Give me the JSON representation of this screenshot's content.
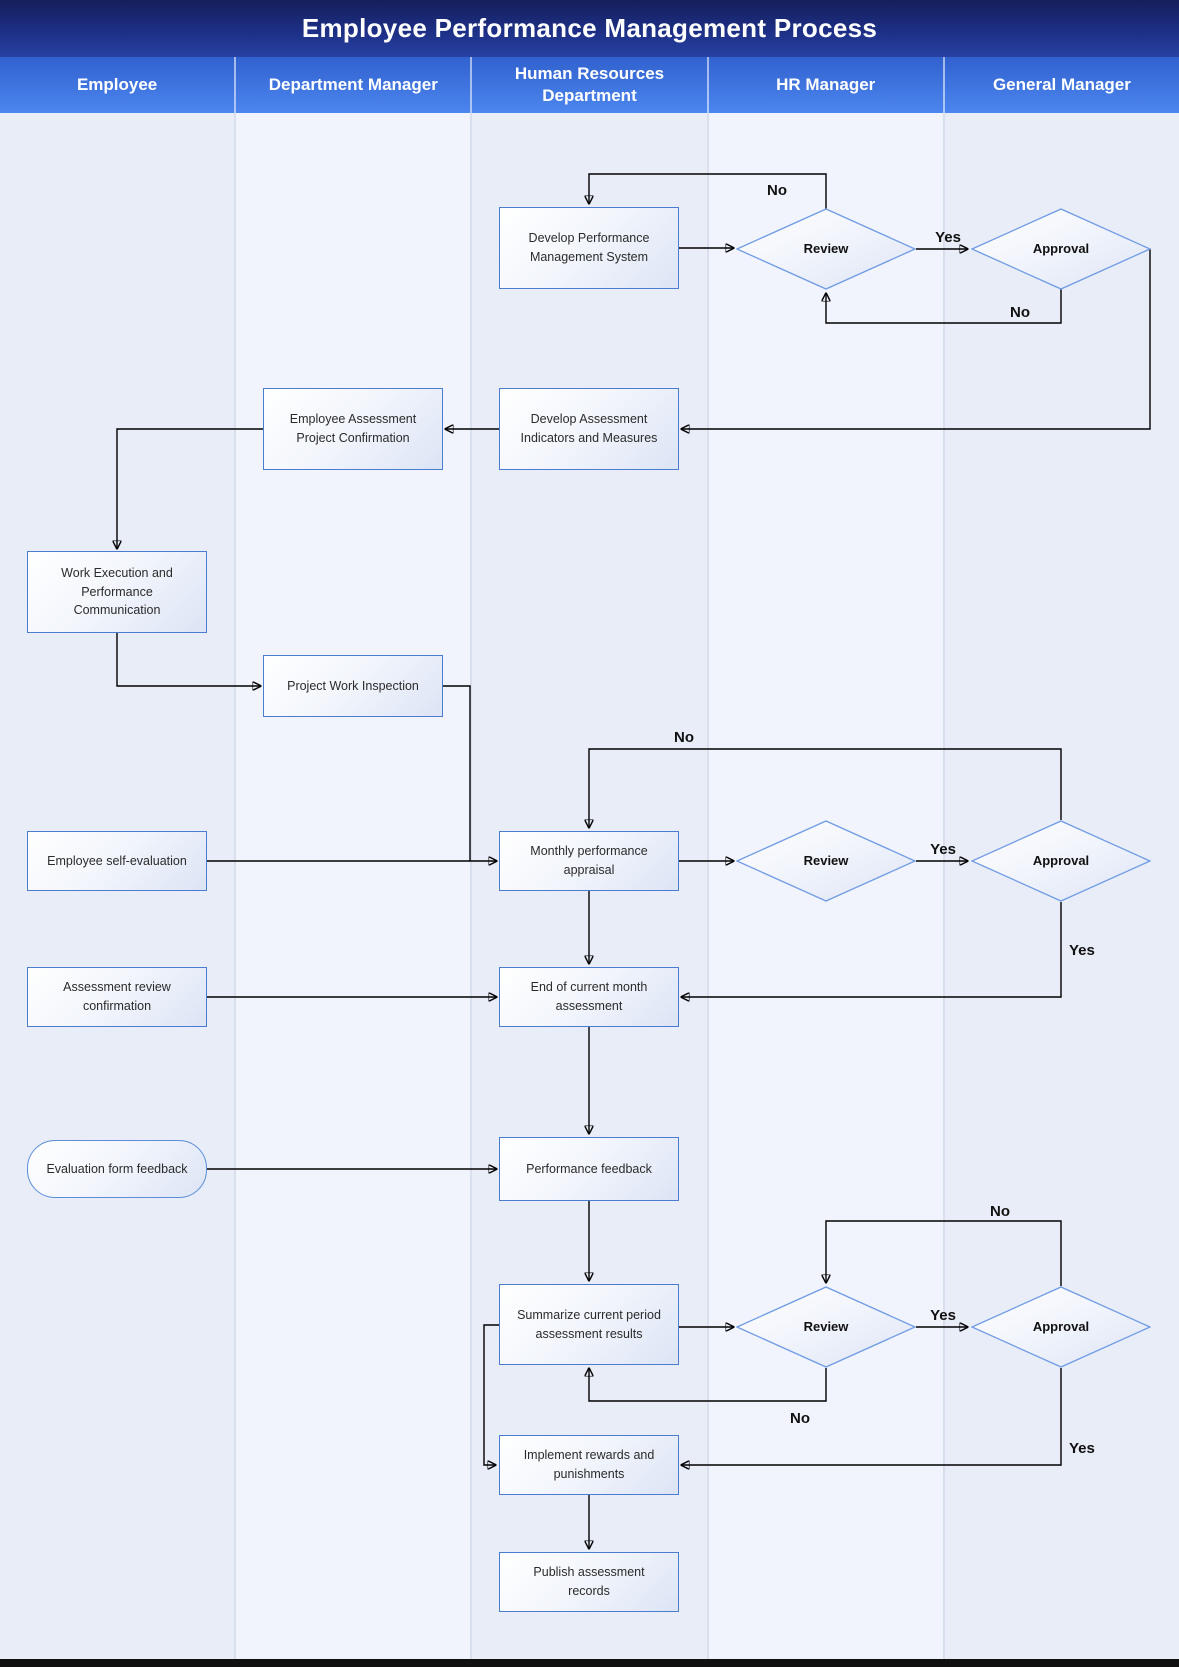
{
  "title": "Employee Performance Management Process",
  "lanes": [
    {
      "label": "Employee"
    },
    {
      "label": "Department Manager"
    },
    {
      "label": "Human Resources Department"
    },
    {
      "label": "HR Manager"
    },
    {
      "label": "General Manager"
    }
  ],
  "nodes": {
    "develop_system": {
      "label": "Develop Performance Management System",
      "type": "process"
    },
    "develop_indicators": {
      "label": "Develop Assessment Indicators and Measures",
      "type": "process"
    },
    "project_confirmation": {
      "label": "Employee Assessment Project Confirmation",
      "type": "process"
    },
    "work_execution": {
      "label": "Work Execution and Performance Communication",
      "type": "process"
    },
    "project_inspection": {
      "label": "Project Work Inspection",
      "type": "process"
    },
    "self_evaluation": {
      "label": "Employee self-evaluation",
      "type": "process"
    },
    "monthly_appraisal": {
      "label": "Monthly performance appraisal",
      "type": "process"
    },
    "review_confirmation": {
      "label": "Assessment review confirmation",
      "type": "process"
    },
    "end_month_assessment": {
      "label": "End of current month assessment",
      "type": "process"
    },
    "evaluation_form_feedback": {
      "label": "Evaluation form feedback",
      "type": "terminator"
    },
    "performance_feedback": {
      "label": "Performance feedback",
      "type": "process"
    },
    "summarize_results": {
      "label": "Summarize current period assessment results",
      "type": "process"
    },
    "implement_rewards": {
      "label": "Implement rewards and punishments",
      "type": "process"
    },
    "publish_records": {
      "label": "Publish assessment records",
      "type": "process"
    },
    "review_1": {
      "label": "Review",
      "type": "decision"
    },
    "approval_1": {
      "label": "Approval",
      "type": "decision"
    },
    "review_2": {
      "label": "Review",
      "type": "decision"
    },
    "approval_2": {
      "label": "Approval",
      "type": "decision"
    },
    "review_3": {
      "label": "Review",
      "type": "decision"
    },
    "approval_3": {
      "label": "Approval",
      "type": "decision"
    }
  },
  "edge_labels": {
    "r1_no_top": "No",
    "r1_yes": "Yes",
    "r1_no_bottom": "No",
    "r2_no_top": "No",
    "r2_yes_mid": "Yes",
    "r2_yes_right": "Yes",
    "r3_no_top": "No",
    "r3_yes_mid": "Yes",
    "r3_no_bottom": "No",
    "r3_yes_right": "Yes"
  },
  "colors": {
    "title_bar": "#1d2f85",
    "header_bar": "#3e74e0",
    "lane_light": "#e9edf8",
    "lane_lighter": "#f1f4fc",
    "shape_border": "#4a7cd0",
    "diamond_border": "#6f9be4",
    "connector": "#000000",
    "header_text": "#ffffff"
  }
}
